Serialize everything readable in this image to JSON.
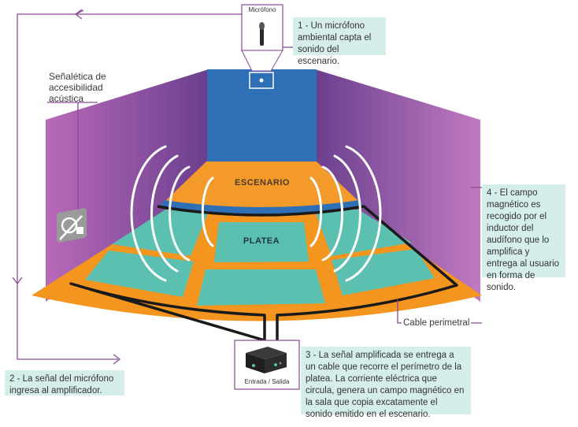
{
  "labels": {
    "microphone": "Micrófono",
    "signage": "Señalética de\naccesibilidad\nacústica",
    "stage": "ESCENARIO",
    "seating": "PLATEA",
    "cable": "Cable perimetral",
    "amplifier": "Entrada / Salida"
  },
  "notes": {
    "step1": "1 -  Un micrófono ambiental capta el sonido del escenario.",
    "step2": "2 - La señal del micrófono ingresa al amplificador.",
    "step3": "3 -  La señal amplificada se entrega a un cable que recorre el perímetro de la platea. La corriente eléctrica que circula, genera un campo magnético en la sala que copia excatamente el sonido emitido en el escenario.",
    "step4": "4 -  El campo magnético es recogido por el inductor del audífono que lo amplifica y entrega al usuario en forma de sonido."
  },
  "colors": {
    "wall_left": "#a05aa8",
    "wall_right": "#b86ab6",
    "back_wall": "#2d6db5",
    "floor": "#f3951f",
    "seats": "#5cc0b0",
    "note_bg": "#d6eeea",
    "line": "#8a4a9a"
  },
  "icons": {
    "signage": "hearing-loop-sign-icon",
    "microphone": "microphone-icon",
    "amplifier": "amplifier-box-icon"
  }
}
